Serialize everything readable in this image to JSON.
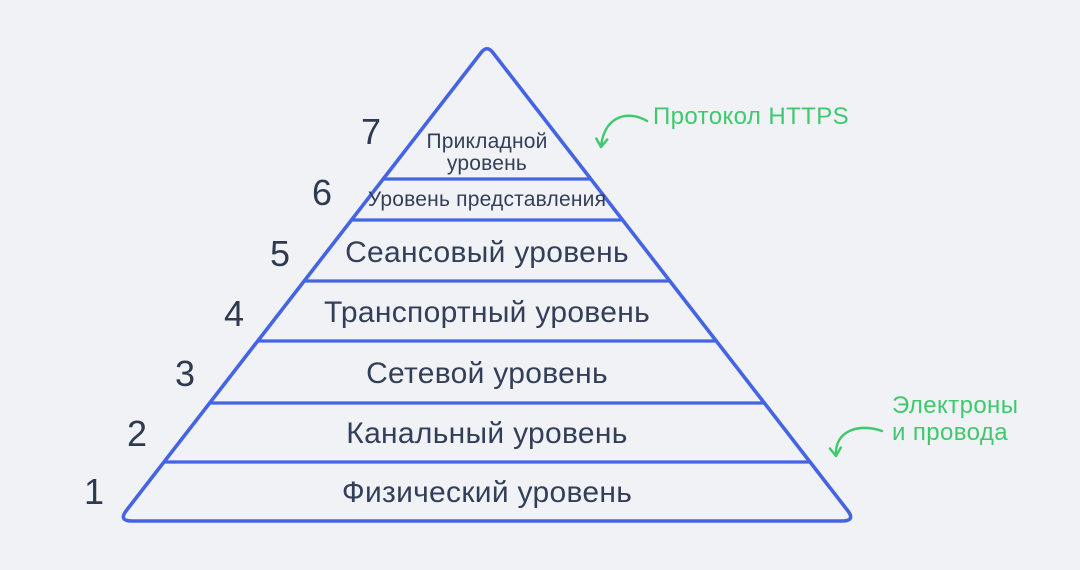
{
  "colors": {
    "background": "#F0F2F5",
    "pyramid_blue": "#4564E4",
    "text_navy": "#333F58",
    "number_navy": "#2E3A52",
    "annotation_green": "#3FC96E"
  },
  "levels": [
    {
      "number": "7",
      "label_line1": "Прикладной",
      "label_line2": "уровень"
    },
    {
      "number": "6",
      "label": "Уровень представления"
    },
    {
      "number": "5",
      "label": "Сеансовый уровень"
    },
    {
      "number": "4",
      "label": "Транспортный уровень"
    },
    {
      "number": "3",
      "label": "Сетевой уровень"
    },
    {
      "number": "2",
      "label": "Канальный уровень"
    },
    {
      "number": "1",
      "label": "Физический уровень"
    }
  ],
  "annotations": {
    "https": {
      "label": "Протокол HTTPS"
    },
    "wires": {
      "line1": "Электроны",
      "line2": "и провода"
    }
  }
}
